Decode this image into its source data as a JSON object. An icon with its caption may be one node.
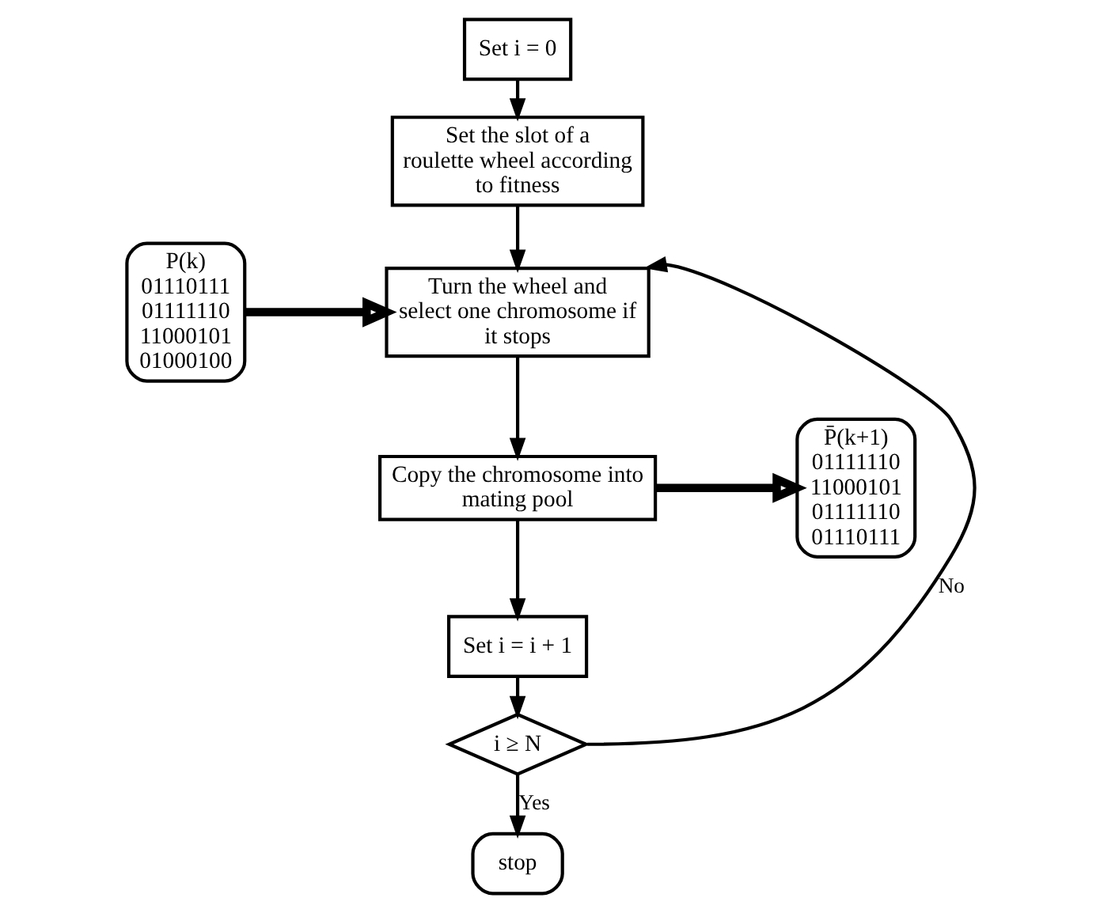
{
  "diagram": {
    "nodes": [
      {
        "text": [
          "Set i = 0"
        ]
      },
      {
        "text": [
          "Set the slot of a roulette wheel according to fitness"
        ]
      },
      {
        "text": [
          "P(k)",
          "01110111 01111110 11000101 01000100"
        ]
      },
      {
        "text": [
          "Turn the wheel and select one chromosome if it stops"
        ]
      },
      {
        "text": [
          "Copy the chromosome into mating pool"
        ]
      },
      {
        "text": [
          "P̄(k+1)",
          "01111110 11000101 01111110 01110111"
        ]
      },
      {
        "text": [
          "Set i = i + 1"
        ]
      },
      {
        "text": [
          "i ≥ N"
        ]
      },
      {
        "text": [
          "stop"
        ]
      }
    ],
    "edges": [
      {
        "from": 0,
        "to": 1,
        "arrow": "to"
      },
      {
        "from": 1,
        "to": 3,
        "arrow": "to"
      },
      {
        "from": 2,
        "to": 3,
        "arrow": "to",
        "style": "thick"
      },
      {
        "from": 3,
        "to": 4,
        "arrow": "to"
      },
      {
        "from": 4,
        "to": 5,
        "arrow": "to",
        "style": "thick"
      },
      {
        "from": 4,
        "to": 6,
        "arrow": "to"
      },
      {
        "from": 6,
        "to": 7,
        "arrow": "to"
      },
      {
        "from": 7,
        "to": 8,
        "arrow": "to",
        "label": "Yes"
      },
      {
        "from": 7,
        "to": 3,
        "arrow": "to",
        "label": "No"
      }
    ]
  }
}
